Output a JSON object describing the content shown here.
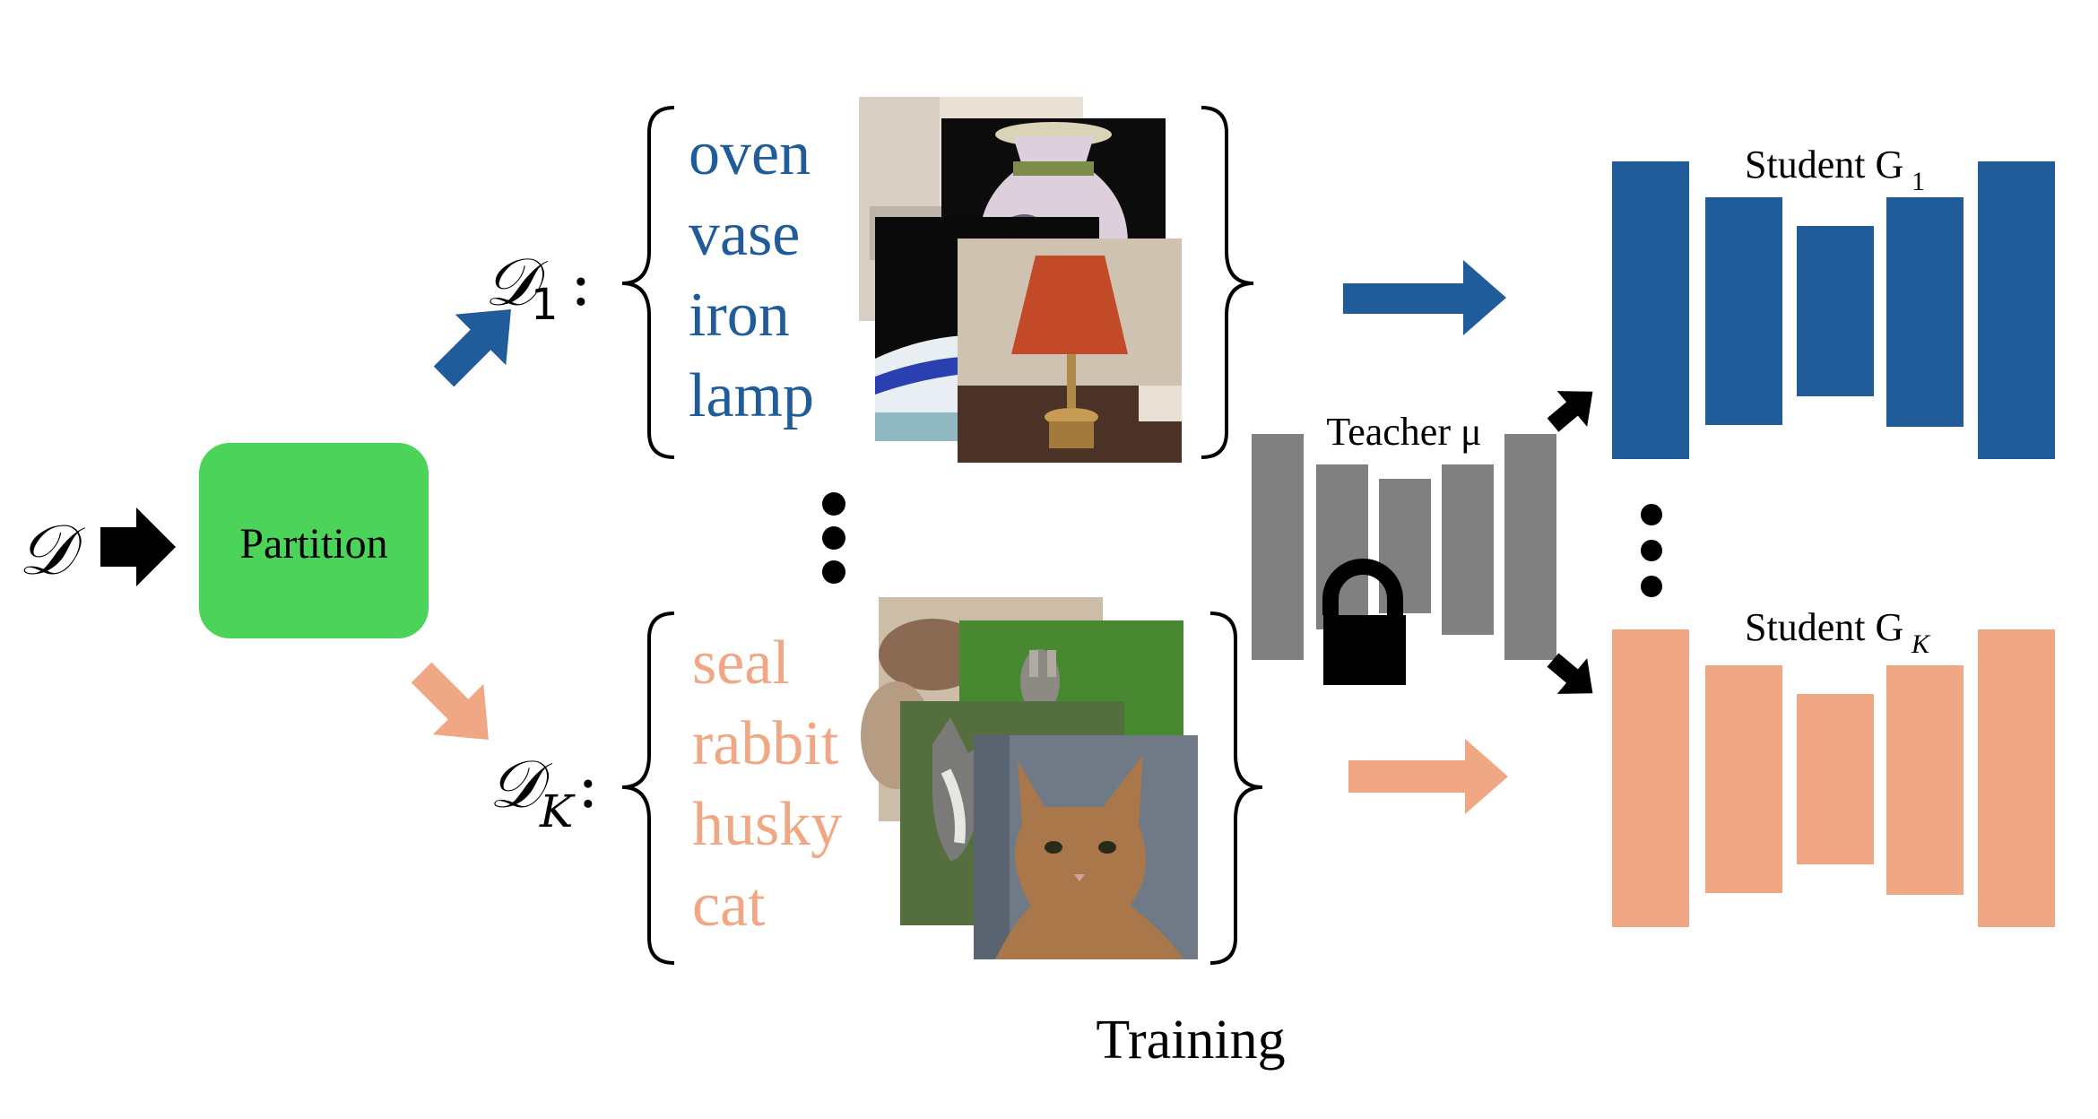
{
  "dataset": {
    "symbol": "𝒟",
    "partition_label": "Partition"
  },
  "subsets": [
    {
      "symbol": "𝒟",
      "subscript": "1",
      "color": "#1f5c99",
      "categories": [
        "oven",
        "vase",
        "iron",
        "lamp"
      ],
      "images": [
        "oven",
        "vase",
        "iron",
        "lamp"
      ]
    },
    {
      "symbol": "𝒟",
      "subscript": "K",
      "color": "#f0a884",
      "categories": [
        "seal",
        "rabbit",
        "husky",
        "cat"
      ],
      "images": [
        "seal",
        "rabbit",
        "husky",
        "cat"
      ]
    }
  ],
  "training_label": "Training",
  "teacher": {
    "label": "Teacher μ",
    "color": "#808080",
    "locked": true
  },
  "students": [
    {
      "label": "Student G",
      "subscript": "1",
      "color": "#1f5c99"
    },
    {
      "label": "Student G",
      "subscript": "K",
      "color": "#f0a884"
    }
  ],
  "colors": {
    "partition_box": "#4cd35a",
    "arrow_black": "#000000"
  }
}
